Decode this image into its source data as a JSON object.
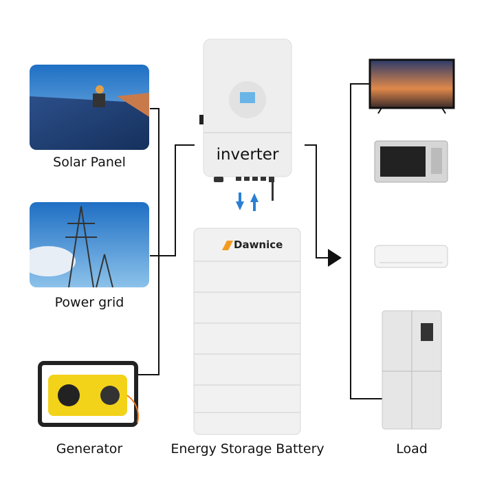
{
  "sources": [
    {
      "label": "Solar Panel",
      "icon": "solar-panel-photo"
    },
    {
      "label": "Power grid",
      "icon": "power-grid-photo"
    },
    {
      "label": "Generator",
      "icon": "generator-photo"
    }
  ],
  "inverter": {
    "label": "inverter"
  },
  "battery": {
    "brand": "Dawnice",
    "label": "Energy Storage Battery"
  },
  "load": {
    "label": "Load",
    "devices": [
      "tv-icon",
      "microwave-icon",
      "air-conditioner-icon",
      "refrigerator-icon"
    ]
  },
  "colors": {
    "arrow_blue": "#2a7fd4",
    "line": "#111111",
    "brand_orange": "#f39a1e"
  }
}
